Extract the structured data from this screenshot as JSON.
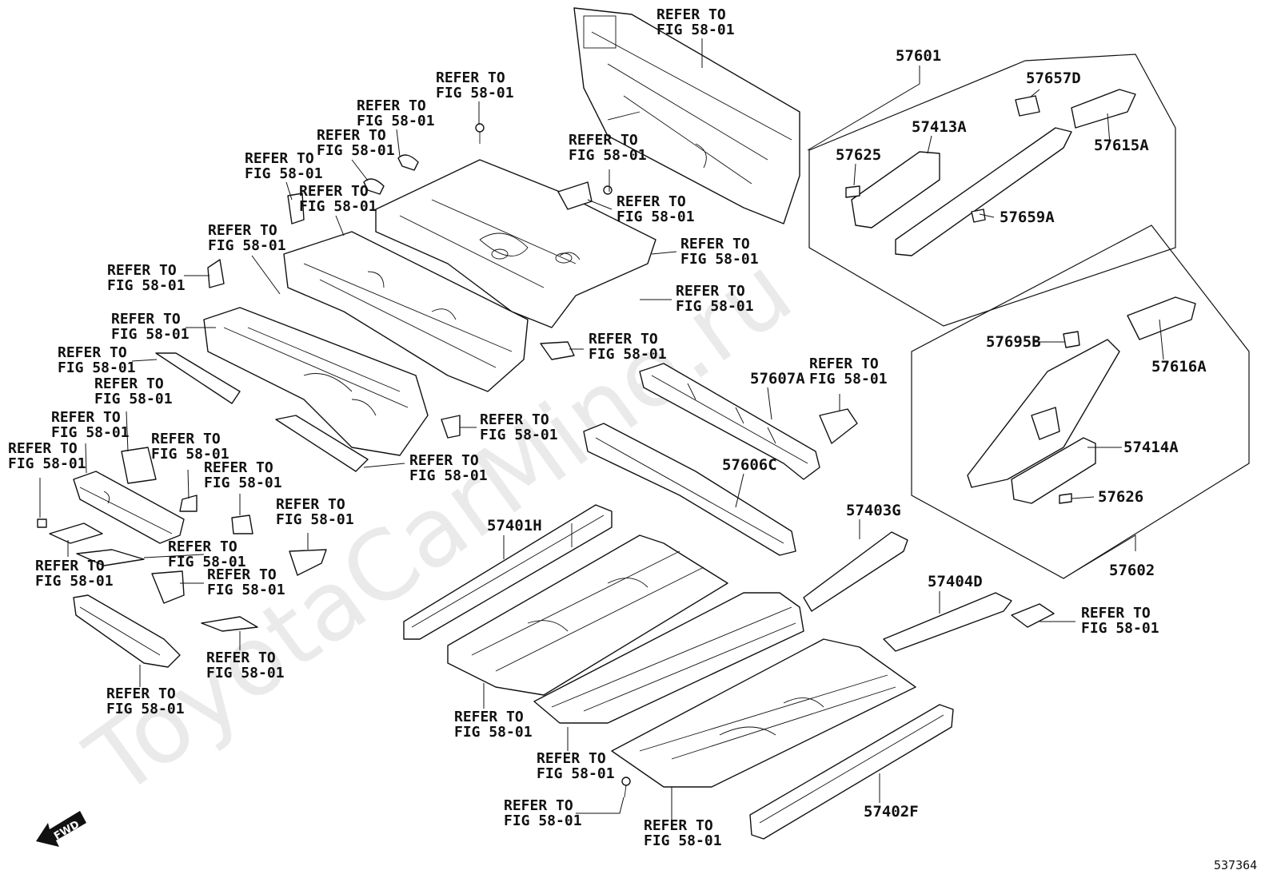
{
  "watermark": "ToyotaCarMine.ru",
  "diagram_code": "537364",
  "fwd_label": "FWD",
  "refer": {
    "line1": "REFER TO",
    "line2": "FIG 58-01"
  },
  "part_numbers": {
    "p57601": "57601",
    "p57602": "57602",
    "p57657D": "57657D",
    "p57413A": "57413A",
    "p57625": "57625",
    "p57615A": "57615A",
    "p57659A": "57659A",
    "p57695B": "57695B",
    "p57616A": "57616A",
    "p57414A": "57414A",
    "p57626": "57626",
    "p57607A": "57607A",
    "p57606C": "57606C",
    "p57401H": "57401H",
    "p57403G": "57403G",
    "p57404D": "57404D",
    "p57402F": "57402F"
  }
}
